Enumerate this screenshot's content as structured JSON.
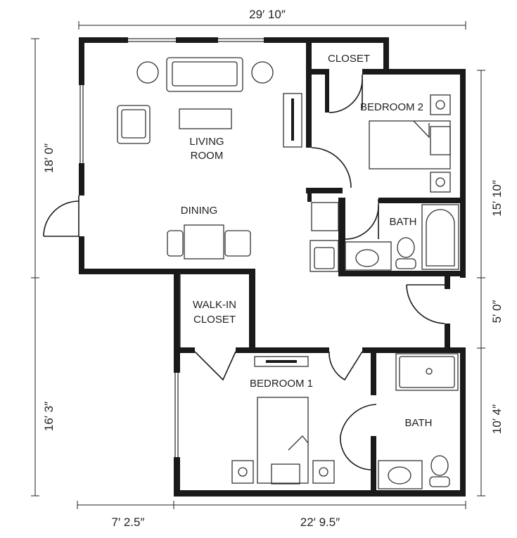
{
  "dimensions": {
    "top_width": "29′ 10″",
    "left_upper": "18′ 0″",
    "left_lower": "16′ 3″",
    "right_upper": "15′ 10″",
    "right_middle": "5′ 0″",
    "right_lower": "10′ 4″",
    "bottom_left": "7′ 2.5″",
    "bottom_right": "22′ 9.5″"
  },
  "rooms": {
    "closet": "CLOSET",
    "bedroom2": "BEDROOM 2",
    "living_line1": "LIVING",
    "living_line2": "ROOM",
    "dining": "DINING",
    "bath_upper": "BATH",
    "walkin_line1": "WALK-IN",
    "walkin_line2": "CLOSET",
    "bedroom1": "BEDROOM 1",
    "bath_lower": "BATH"
  },
  "colors": {
    "wall": "#1a1a1a",
    "line": "#333333",
    "background": "#ffffff"
  }
}
